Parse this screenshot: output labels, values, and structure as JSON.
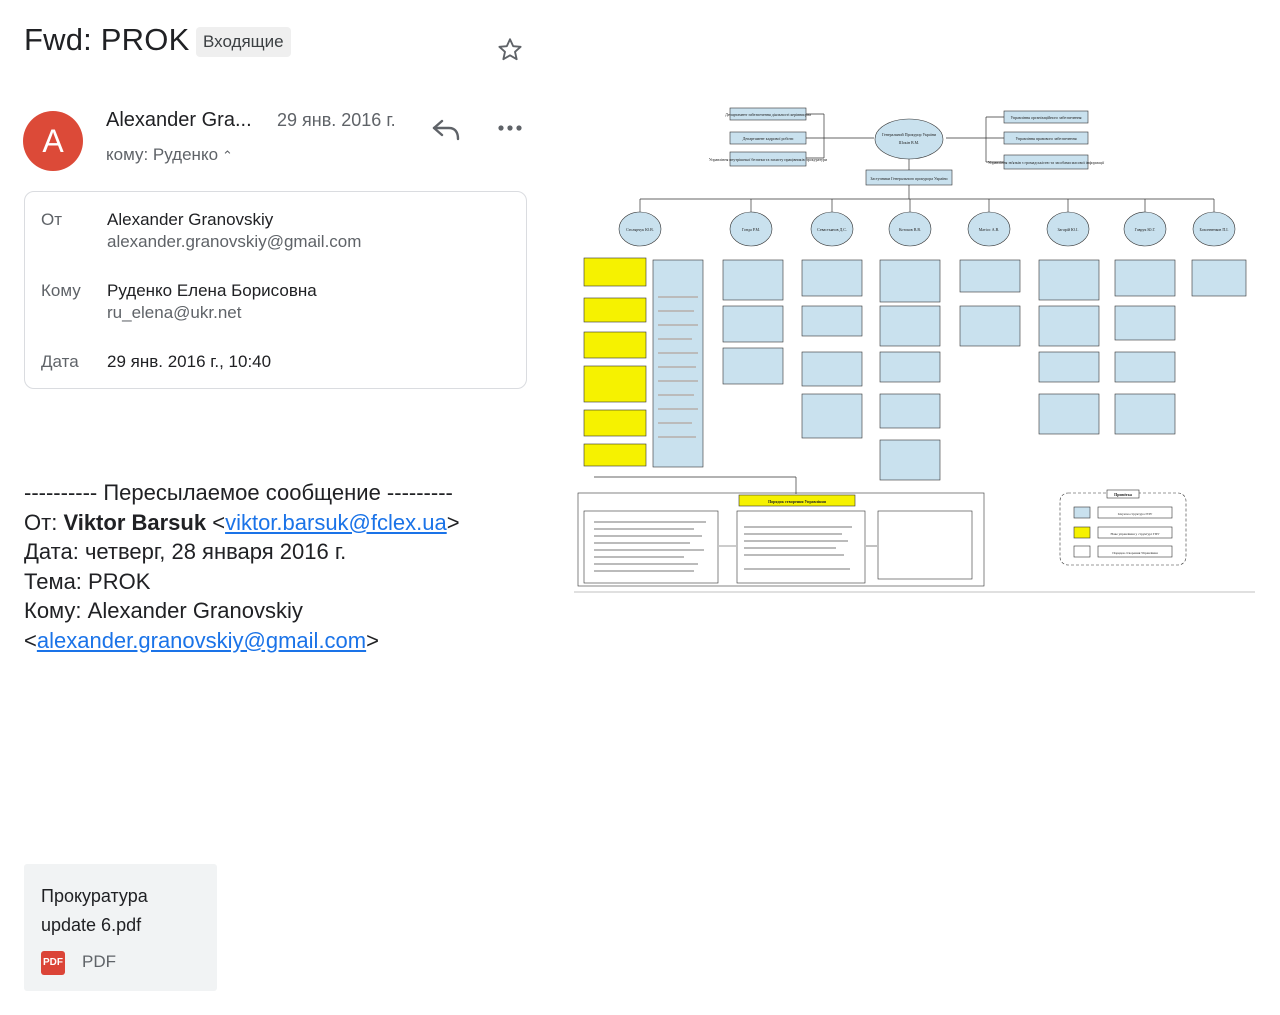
{
  "header": {
    "subject": "Fwd: PROK",
    "label": "Входящие"
  },
  "message": {
    "avatar_letter": "A",
    "avatar_color": "#dc4a38",
    "sender_short": "Alexander Gra...",
    "date_short": "29 янв. 2016 г.",
    "to_short": "кому: Руденко",
    "details": {
      "from_label": "От",
      "from_name": "Alexander Granovskiy",
      "from_email": "alexander.granovskiy@gmail.com",
      "to_label": "Кому",
      "to_name": "Руденко Елена Борисовна",
      "to_email": "ru_elena@ukr.net",
      "date_label": "Дата",
      "date_value": "29 янв. 2016 г., 10:40"
    }
  },
  "forwarded": {
    "separator": "---------- Пересылаемое сообщение ---------",
    "from_label": "От:",
    "from_name": "Viktor Barsuk",
    "from_email": "viktor.barsuk@fclex.ua",
    "date_line": "Дата: четверг, 28 января 2016 г.",
    "subject_line": "Тема: PROK",
    "to_label": "Кому: Alexander Granovskiy",
    "to_email": "alexander.granovskiy@gmail.com"
  },
  "attachment": {
    "name_line1": "Прокуратура",
    "name_line2": "update 6.pdf",
    "type": "PDF",
    "badge": "PDF"
  },
  "preview": {
    "top_node": "Генеральний Прокурор України",
    "top_node_sub": "Шокін В.М.",
    "deputies_box": "Заступники Генерального прокурора України",
    "left_boxes": [
      "Департамент забезпечення діяльності керівництва",
      "Департамент кадрової роботи",
      "Управління внутрішньої безпеки та захисту працівників прокуратури"
    ],
    "right_boxes": [
      "Управління організаційного забезпечення",
      "Управління правового забезпечення",
      "Управління зв'язків з громадськістю та засобами масової інформації"
    ],
    "deputies": [
      "Столярчук Ю.В.",
      "Гонда Р.М.",
      "Севастьянов Д.С.",
      "Котоков В.В.",
      "Матіос А.В.",
      "Загарій Ю.І.",
      "Гаврук Ю.Г.",
      "Бохонненков П.І."
    ],
    "procedure_title": "Порядок створення Управління",
    "legend_title": "Примітка",
    "legend_items": [
      "Існуюча структура ГПУ",
      "Нове управління у структурі ГПУ",
      "Порядок створення Управління"
    ]
  }
}
